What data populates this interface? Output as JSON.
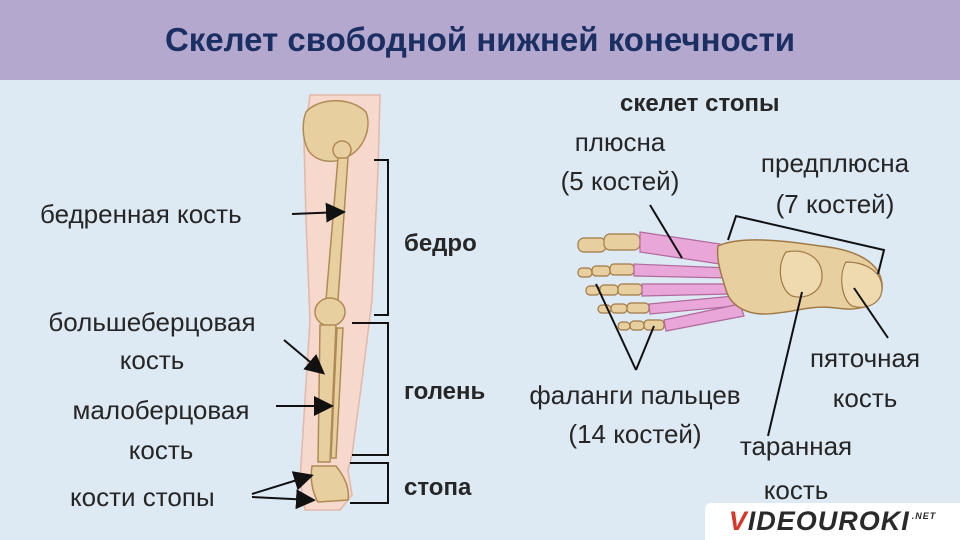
{
  "title": "Скелет свободной нижней конечности",
  "leg_labels": {
    "femur": "бедренная кость",
    "tibia_line1": "большеберцовая",
    "tibia_line2": "кость",
    "fibula_line1": "малоберцовая",
    "fibula_line2": "кость",
    "foot_bones": "кости стопы"
  },
  "section_labels": {
    "thigh": "бедро",
    "shin": "голень",
    "foot": "стопа"
  },
  "foot_labels": {
    "heading": "скелет стопы",
    "metatarsus_line1": "плюсна",
    "metatarsus_line2": "(5 костей)",
    "tarsus_line1": "предплюсна",
    "tarsus_line2": "(7 костей)",
    "phalanges_line1": "фаланги пальцев",
    "phalanges_line2": "(14 костей)",
    "calcaneus_line1": "пяточная",
    "calcaneus_line2": "кость",
    "talus_line1": "таранная",
    "talus_line2": "кость"
  },
  "logo": {
    "v": "V",
    "main": "IDEOUROKI",
    "tld": ".NET"
  },
  "colors": {
    "header_bg": "#b4a8cf",
    "title": "#1b2f63",
    "background": "#dde9f3",
    "bone": "#e8cfa0",
    "metatarsal": "#e9a6d8",
    "logo_accent": "#d9362a"
  }
}
